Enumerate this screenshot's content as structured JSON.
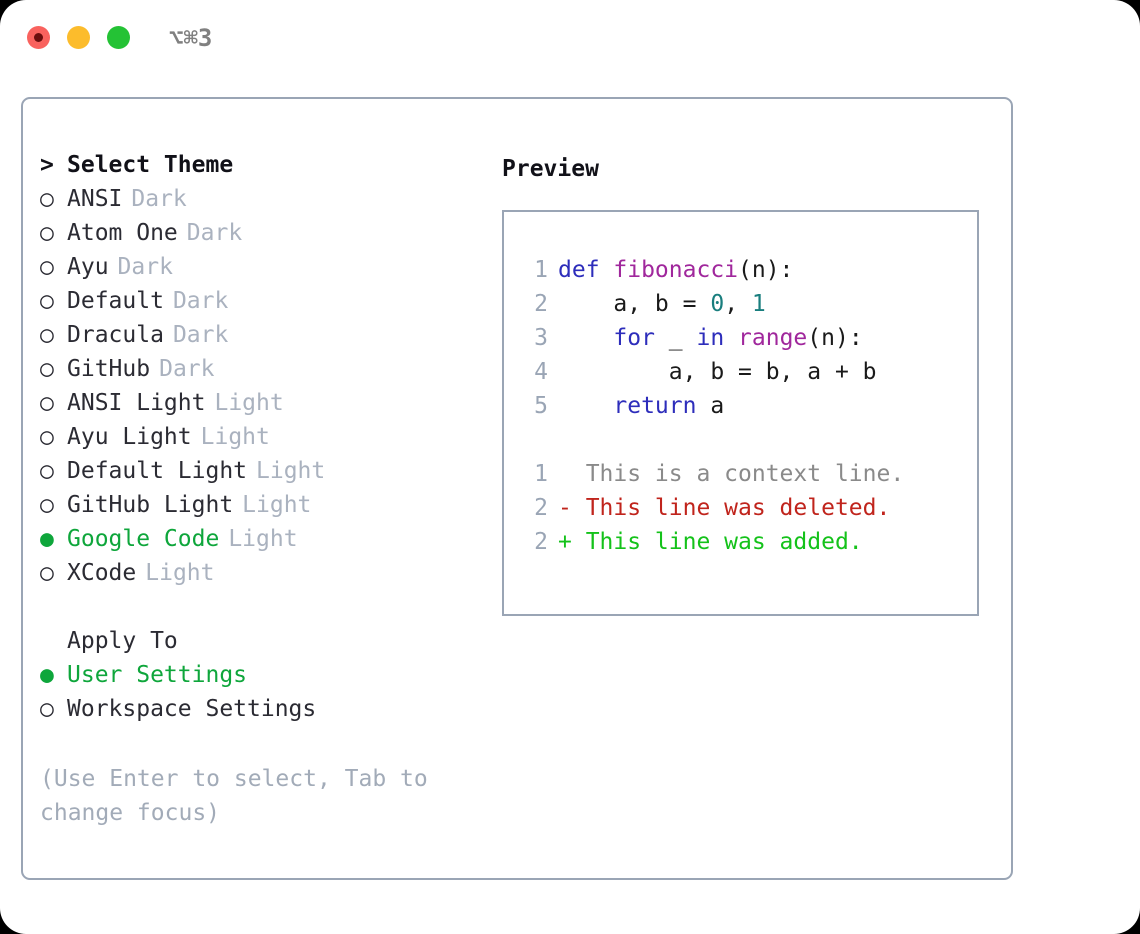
{
  "window": {
    "shortcut": "⌥⌘3",
    "traffic_lights": [
      {
        "name": "close",
        "color": "#f9625e"
      },
      {
        "name": "minimize",
        "color": "#fcbc2c"
      },
      {
        "name": "maximize",
        "color": "#24c235"
      }
    ],
    "accent_green": "#0ea63b",
    "border_color": "#9aa5b5"
  },
  "theme_picker": {
    "header_marker": ">",
    "header": "Select Theme",
    "marker_unselected": "○",
    "marker_selected": "●",
    "items": [
      {
        "name": "ANSI",
        "badge": "Dark",
        "selected": false
      },
      {
        "name": "Atom One",
        "badge": "Dark",
        "selected": false
      },
      {
        "name": "Ayu",
        "badge": "Dark",
        "selected": false
      },
      {
        "name": "Default",
        "badge": "Dark",
        "selected": false
      },
      {
        "name": "Dracula",
        "badge": "Dark",
        "selected": false
      },
      {
        "name": "GitHub",
        "badge": "Dark",
        "selected": false
      },
      {
        "name": "ANSI Light",
        "badge": "Light",
        "selected": false
      },
      {
        "name": "Ayu Light",
        "badge": "Light",
        "selected": false
      },
      {
        "name": "Default Light",
        "badge": "Light",
        "selected": false
      },
      {
        "name": "GitHub Light",
        "badge": "Light",
        "selected": false
      },
      {
        "name": "Google Code",
        "badge": "Light",
        "selected": true
      },
      {
        "name": "XCode",
        "badge": "Light",
        "selected": false
      }
    ]
  },
  "apply_to": {
    "header": "Apply To",
    "options": [
      {
        "name": "User Settings",
        "selected": true
      },
      {
        "name": "Workspace Settings",
        "selected": false
      }
    ]
  },
  "hint": "(Use Enter to select, Tab to change focus)",
  "preview": {
    "title": "Preview",
    "code_lines": [
      {
        "num": "1",
        "tokens": [
          {
            "t": "def ",
            "c": "kw"
          },
          {
            "t": "fibonacci",
            "c": "fn"
          },
          {
            "t": "(n):",
            "c": "plain"
          }
        ]
      },
      {
        "num": "2",
        "tokens": [
          {
            "t": "    a, b = ",
            "c": "plain"
          },
          {
            "t": "0",
            "c": "num"
          },
          {
            "t": ", ",
            "c": "plain"
          },
          {
            "t": "1",
            "c": "num"
          }
        ]
      },
      {
        "num": "3",
        "tokens": [
          {
            "t": "    ",
            "c": "plain"
          },
          {
            "t": "for",
            "c": "kw"
          },
          {
            "t": " _ ",
            "c": "plain"
          },
          {
            "t": "in",
            "c": "kw"
          },
          {
            "t": " ",
            "c": "plain"
          },
          {
            "t": "range",
            "c": "fn"
          },
          {
            "t": "(n):",
            "c": "plain"
          }
        ]
      },
      {
        "num": "4",
        "tokens": [
          {
            "t": "        a, b = b, a + b",
            "c": "plain"
          }
        ]
      },
      {
        "num": "5",
        "tokens": [
          {
            "t": "    ",
            "c": "plain"
          },
          {
            "t": "return",
            "c": "kw"
          },
          {
            "t": " a",
            "c": "plain"
          }
        ]
      },
      {
        "num": "",
        "tokens": [
          {
            "t": "",
            "c": "plain"
          }
        ]
      },
      {
        "num": "1",
        "tokens": [
          {
            "t": "  This is a context line.",
            "c": "ctx"
          }
        ]
      },
      {
        "num": "2",
        "tokens": [
          {
            "t": "- This line was deleted.",
            "c": "del"
          }
        ]
      },
      {
        "num": "2",
        "tokens": [
          {
            "t": "+ This line was added.",
            "c": "add"
          }
        ]
      }
    ],
    "syntax_colors": {
      "keyword": "#2d2dbb",
      "function": "#a0279c",
      "number": "#197e7e",
      "plain": "#1a1a1a",
      "line_number": "#9aa5b5",
      "diff_context": "#8a8a8a",
      "diff_deleted": "#c0241c",
      "diff_added": "#14c21a"
    }
  }
}
